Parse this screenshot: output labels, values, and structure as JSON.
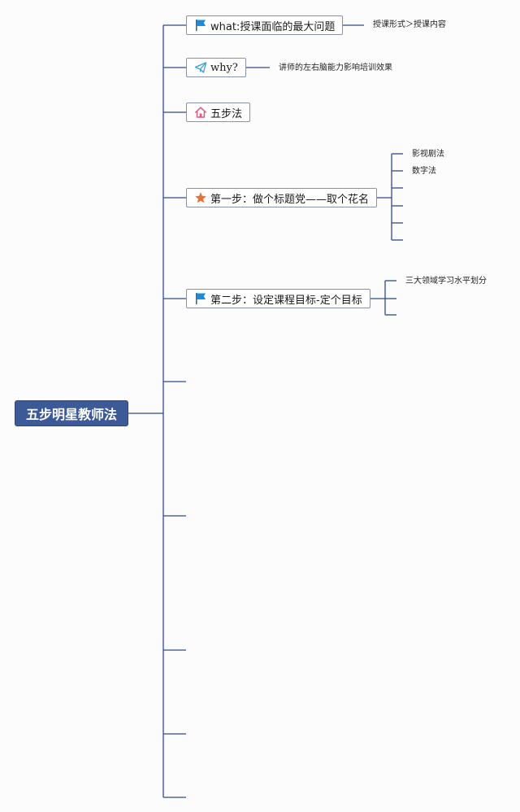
{
  "root": {
    "label": "五步明星教师法"
  },
  "nodes": [
    {
      "label": "what:授课面临的最大问题",
      "icon": "blue-flag-icon"
    },
    {
      "label": "why?",
      "icon": "paper-plane-icon"
    },
    {
      "label": "五步法",
      "icon": "house-icon"
    },
    {
      "label": "第一步：做个标题党——取个花名",
      "icon": "orange-star-icon"
    },
    {
      "label": "第二步：设定课程目标-定个目标",
      "icon": "blue-flag-icon"
    }
  ],
  "leaves": {
    "what": [
      "授课形式＞授课内容"
    ],
    "why": [
      "讲师的左右脑能力影响培训效果"
    ],
    "step1": [
      "影视剧法",
      "数字法"
    ],
    "step2": [
      "三大领域学习水平划分"
    ]
  },
  "colors": {
    "line": "#2f4a8a",
    "root_fill": "#3c5998",
    "flag": "#1d8bd8",
    "star": "#e8703a",
    "house": "#e0577b",
    "plane": "#3a9fd6"
  }
}
